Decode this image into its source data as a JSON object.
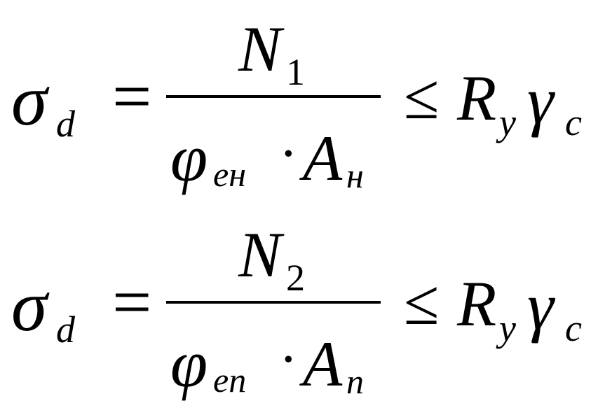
{
  "formulas": [
    {
      "lhs_symbol": "σ",
      "lhs_sub": "d",
      "equals": "=",
      "numerator_symbol": "N",
      "numerator_sub": "1",
      "den_phi": "φ",
      "den_phi_sub": "ен",
      "den_dot": "·",
      "den_A": "A",
      "den_A_sub": "н",
      "leq": "≤",
      "R": "R",
      "R_sub": "y",
      "gamma": "γ",
      "gamma_sub": "c"
    },
    {
      "lhs_symbol": "σ",
      "lhs_sub": "d",
      "equals": "=",
      "numerator_symbol": "N",
      "numerator_sub": "2",
      "den_phi": "φ",
      "den_phi_sub": "еn",
      "den_dot": "·",
      "den_A": "A",
      "den_A_sub": "n",
      "leq": "≤",
      "R": "R",
      "R_sub": "y",
      "gamma": "γ",
      "gamma_sub": "c"
    }
  ]
}
